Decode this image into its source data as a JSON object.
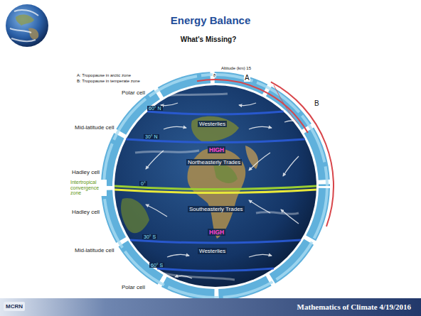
{
  "diagram": {
    "title": "Energy Balance",
    "labels": [
      "What's Missing?",
      "A: Tropopause in arctic zone",
      "B: Tropopause in temperate zone",
      "Altitude (km) 15",
      "8",
      "A",
      "B",
      "Polar cell",
      "60° N",
      "Mid-latitude cell",
      "Westerlies",
      "30° N",
      "HIGH",
      "Hadley cell",
      "Northeasterly Trades",
      "Intertropical convergence zone",
      "0°",
      "Southeasterly Trades",
      "Hadley cell",
      "30° S",
      "HIGH",
      "Mid-latitude cell",
      "Westerlies",
      "60° S",
      "Polar cell",
      "MCRN",
      "Mathematics of Climate 4/19/2016"
    ]
  }
}
